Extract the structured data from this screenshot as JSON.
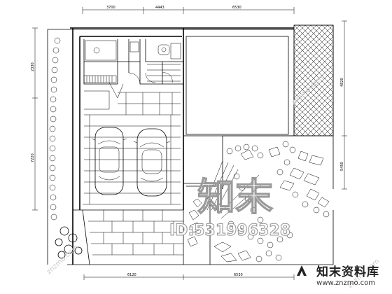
{
  "dimensions": {
    "top": [
      "3700",
      "4443",
      "6530"
    ],
    "bottom": [
      "6120",
      "6530"
    ],
    "left": [
      "2330",
      "7220"
    ],
    "right": [
      "4820",
      "5450"
    ]
  },
  "watermark": {
    "main": "知末",
    "id": "ID:531996328",
    "diagonal": "znzmo.com",
    "brand": "知末资料库",
    "url": "www.znzmo.com"
  }
}
